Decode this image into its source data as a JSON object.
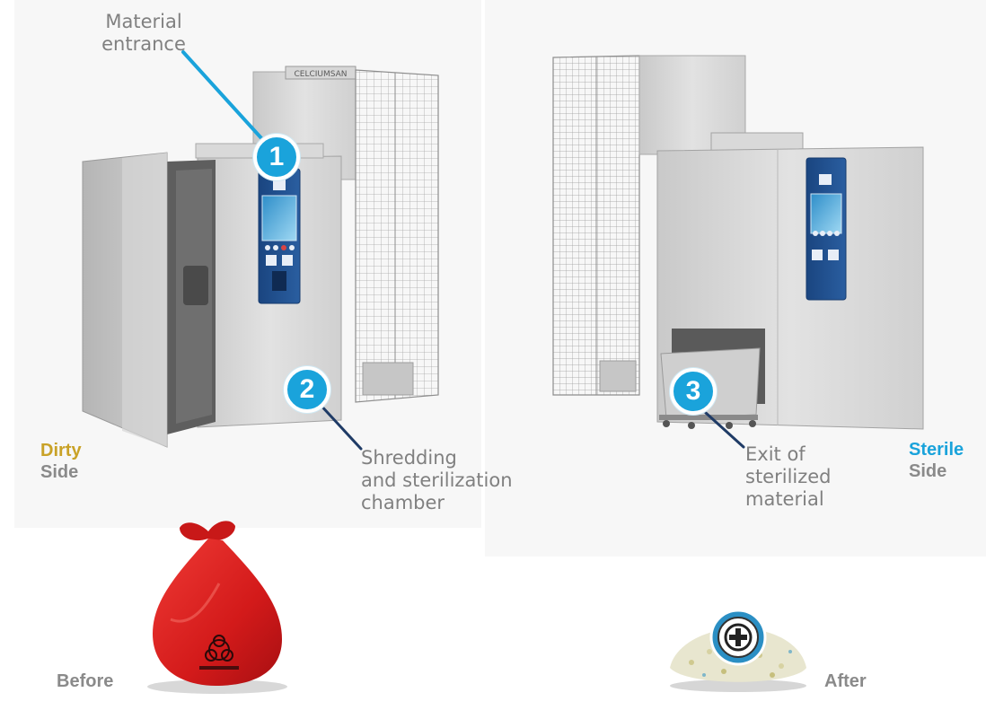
{
  "callouts": {
    "entrance": {
      "number": "1",
      "line1": "Material",
      "line2": "entrance"
    },
    "chamber": {
      "number": "2",
      "line1": "Shredding",
      "line2": "and sterilization",
      "line3": "chamber"
    },
    "exit": {
      "number": "3",
      "line1": "Exit of",
      "line2": "sterilized",
      "line3": "material"
    }
  },
  "sides": {
    "dirty": {
      "word1": "Dirty",
      "word2": "Side"
    },
    "sterile": {
      "word1": "Sterile",
      "word2": "Side"
    }
  },
  "compare": {
    "before": "Before",
    "after": "After"
  },
  "machine": {
    "brand_plate": "CELCIUMSAN"
  },
  "colors": {
    "accent_blue": "#1aa3db",
    "dirty_yellow": "#c9a227",
    "sterile_blue": "#1aa3db",
    "label_gray": "#808080",
    "panel_blue": "#1f4e8c",
    "bag_red": "#d81e1e"
  }
}
